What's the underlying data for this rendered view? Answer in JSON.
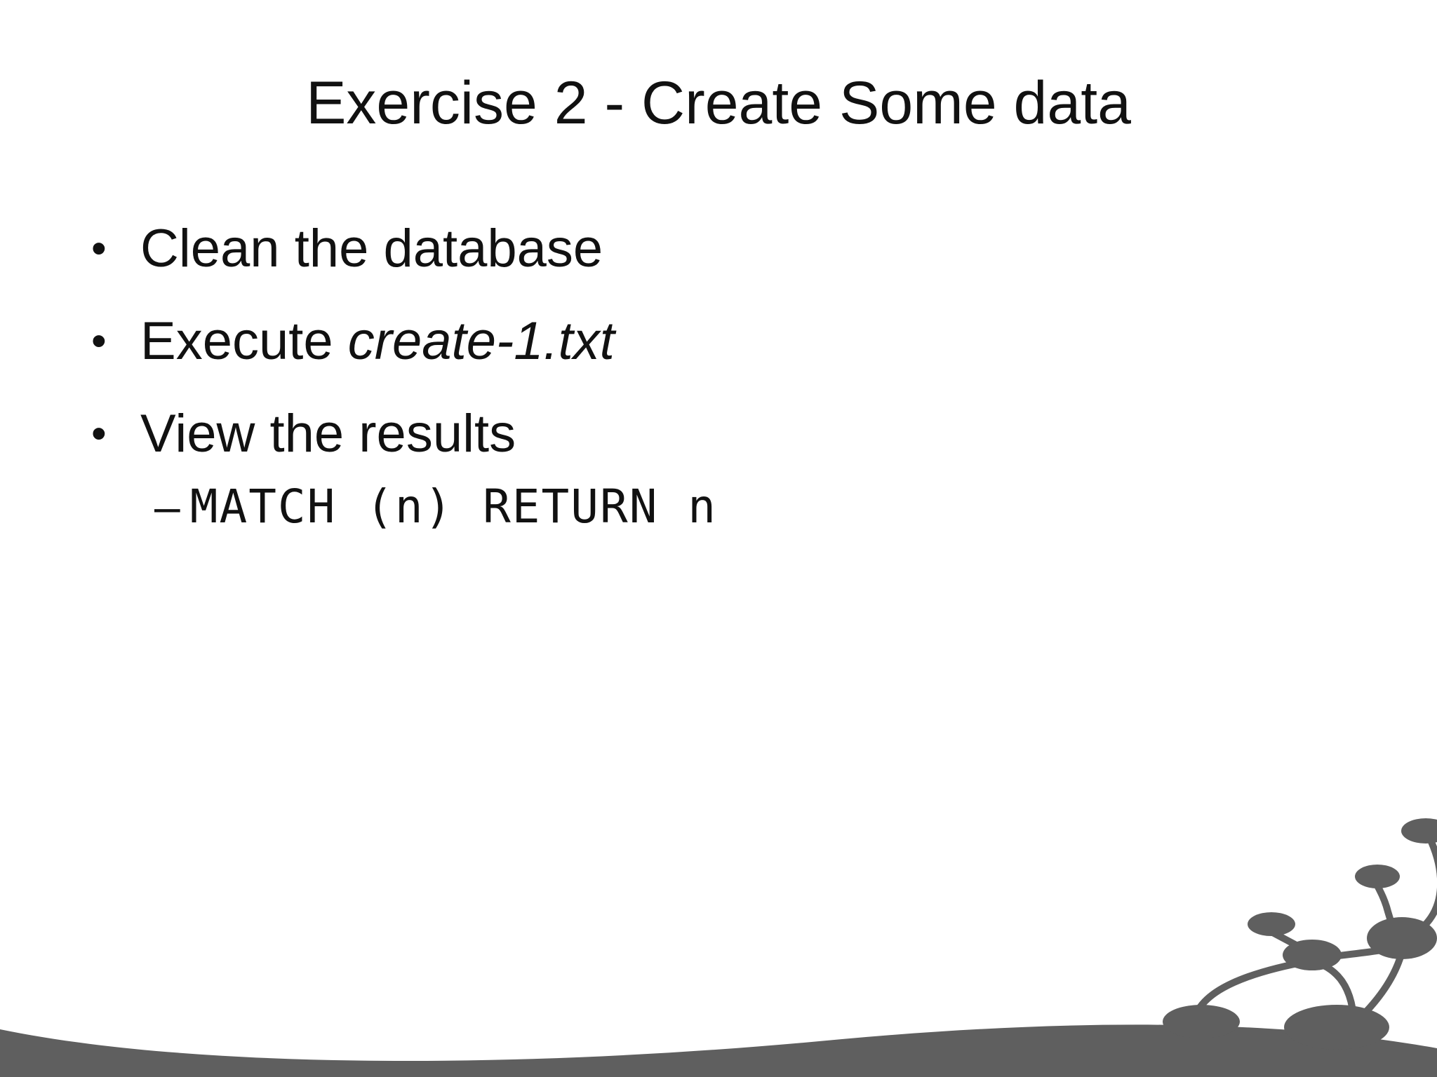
{
  "slide": {
    "title": "Exercise 2 - Create Some data",
    "bullets": [
      {
        "text": "Clean the database",
        "italic_part": ""
      },
      {
        "text": "Execute ",
        "italic_part": "create-1.txt"
      },
      {
        "text": "View the results",
        "italic_part": ""
      }
    ],
    "sub_bullet": {
      "dash": "–",
      "code": "MATCH (n) RETURN n"
    }
  },
  "colors": {
    "text": "#111111",
    "decoration": "#5f5f5f",
    "background": "#ffffff"
  },
  "icons": {
    "corner_graphic": "network-nodes-decoration-icon",
    "bullet": "bullet-dot-icon"
  }
}
